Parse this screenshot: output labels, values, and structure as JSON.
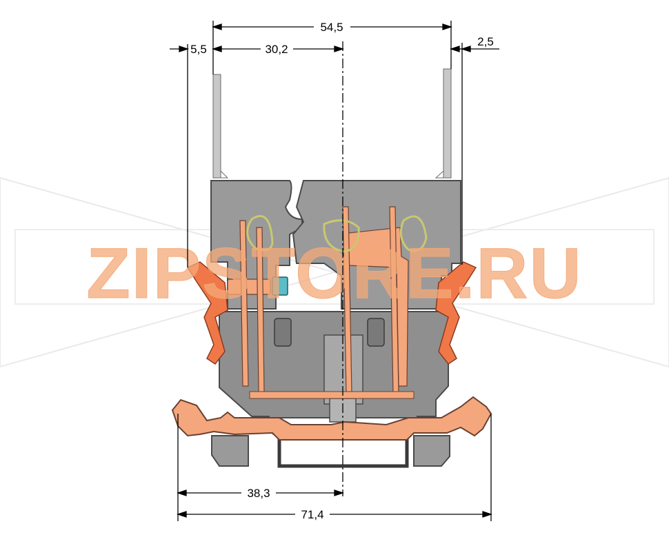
{
  "dimensions": {
    "top_overall": "54,5",
    "top_half": "30,2",
    "left_offset": "5,5",
    "right_offset": "2,5",
    "bottom_half": "38,3",
    "bottom_overall": "71,4"
  },
  "watermark": {
    "text": "ZIPSTORE.RU",
    "color": "#f4a878"
  },
  "colors": {
    "housing": "#9a9a9a",
    "housing_edge": "#4a4a4a",
    "marker_strip": "#d9d9d9",
    "orange_part": "#f4a77c",
    "lever": "#f07848",
    "spring": "#c8c870",
    "test_plug": "#5cbcc8",
    "rail": "#3a3a3a"
  }
}
